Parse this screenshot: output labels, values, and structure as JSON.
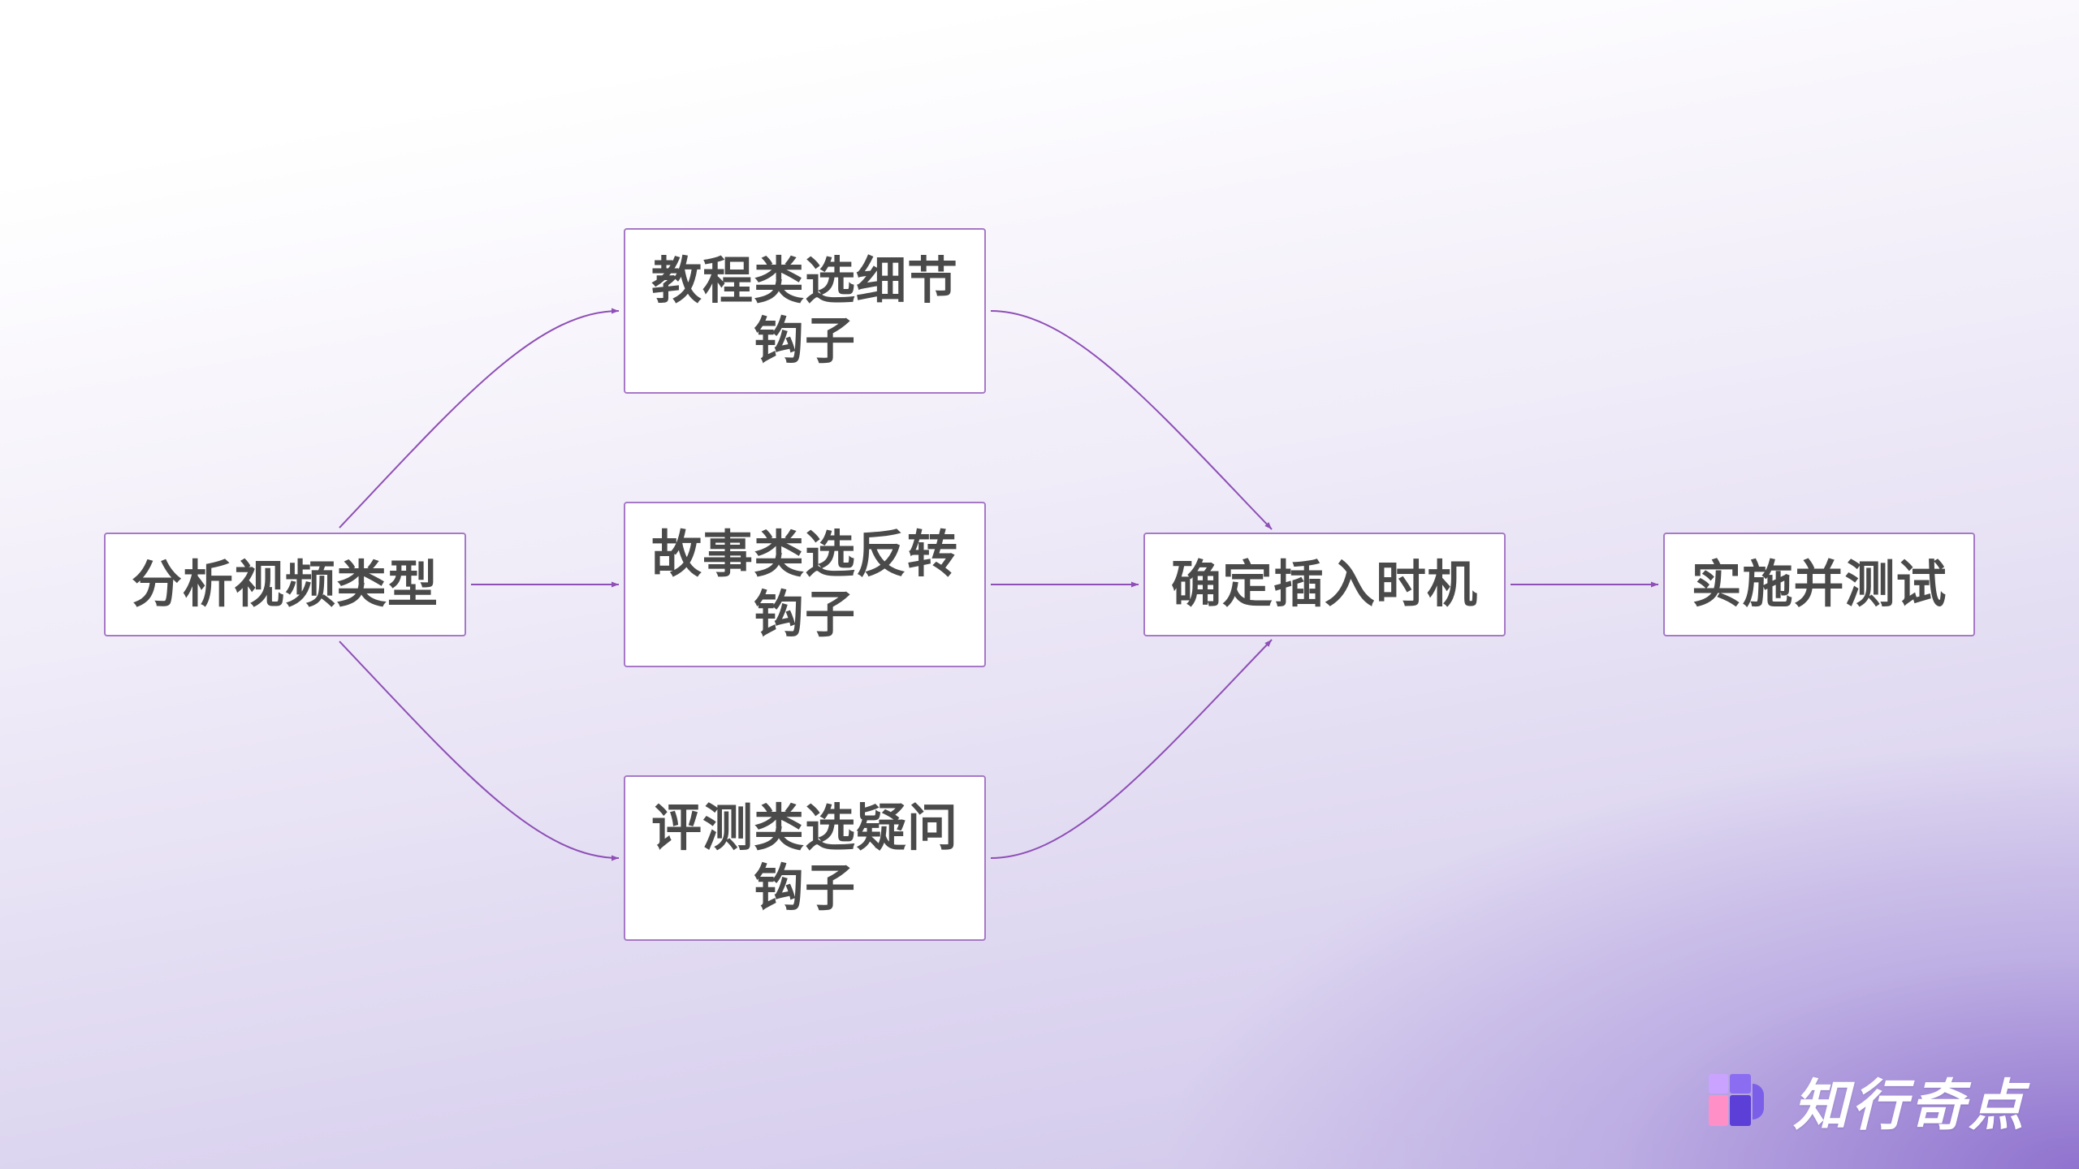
{
  "diagram": {
    "nodes": {
      "analyze": "分析视频类型",
      "tutorial_line1": "教程类选细节",
      "tutorial_line2": "钩子",
      "story_line1": "故事类选反转",
      "story_line2": "钩子",
      "review_line1": "评测类选疑问",
      "review_line2": "钩子",
      "timing": "确定插入时机",
      "implement": "实施并测试"
    },
    "edges": [
      {
        "from": "analyze",
        "to": "tutorial"
      },
      {
        "from": "analyze",
        "to": "story"
      },
      {
        "from": "analyze",
        "to": "review"
      },
      {
        "from": "tutorial",
        "to": "timing"
      },
      {
        "from": "story",
        "to": "timing"
      },
      {
        "from": "review",
        "to": "timing"
      },
      {
        "from": "timing",
        "to": "implement"
      }
    ],
    "colors": {
      "edge": "#8e4fb6",
      "node_border": "#a678c6",
      "node_text": "#4a4a4a"
    }
  },
  "brand": {
    "name": "知行奇点",
    "icon": "brand-logo-icon"
  }
}
